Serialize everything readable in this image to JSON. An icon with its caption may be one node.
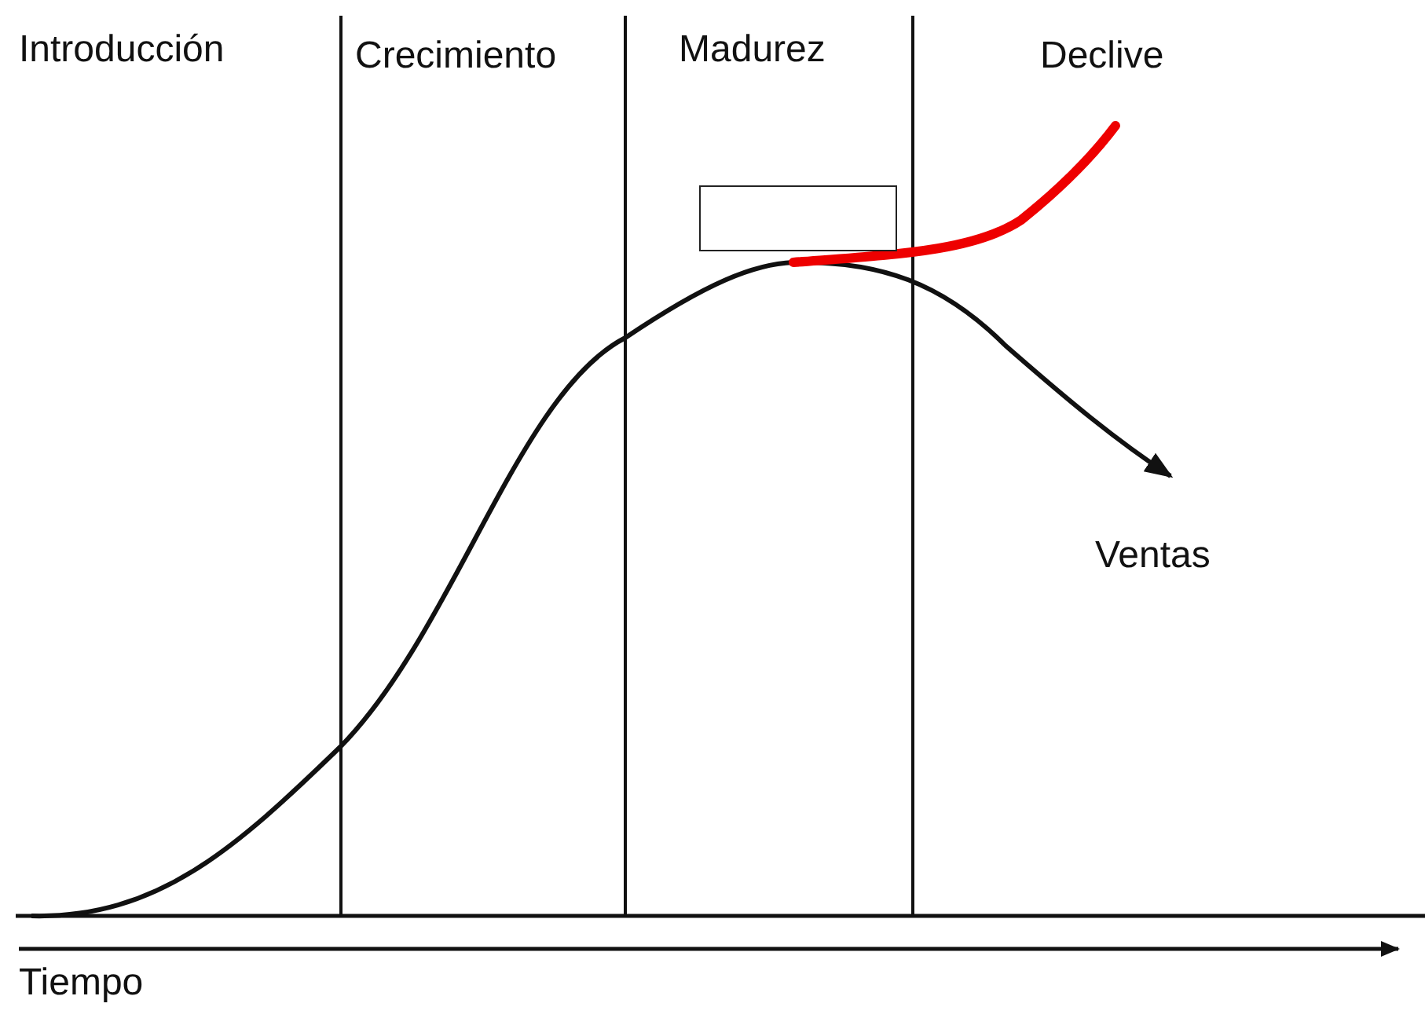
{
  "diagram": {
    "nodes": [
      {
        "text": [],
        "shape": "box"
      }
    ],
    "labels": [
      "Introducción",
      "Crecimiento",
      "Madurez",
      "Declive",
      "Ventas",
      "Tiempo"
    ]
  }
}
